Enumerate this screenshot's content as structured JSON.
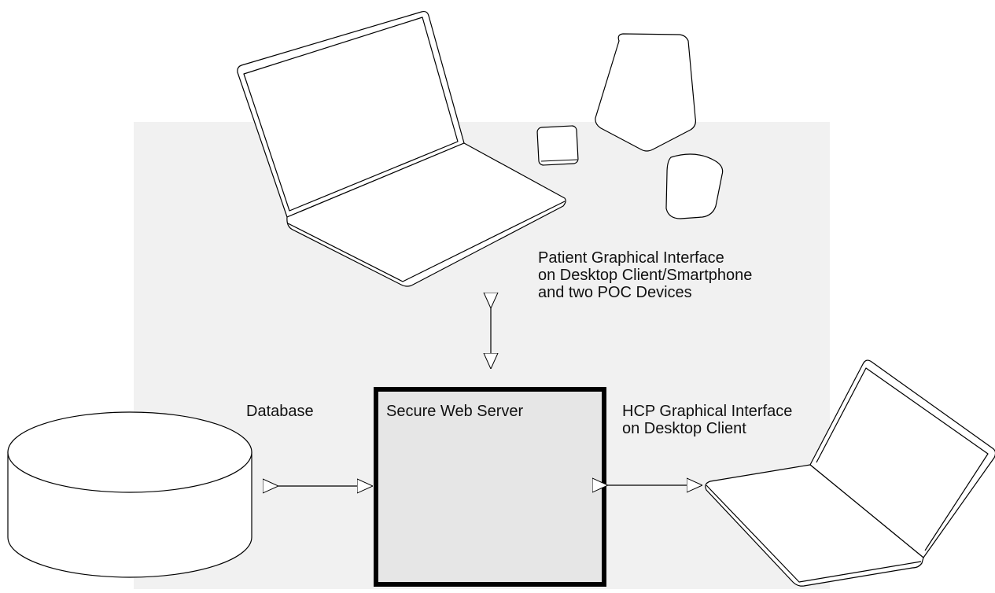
{
  "diagram": {
    "labels": {
      "patient_interface": [
        "Patient Graphical Interface",
        "on Desktop Client/Smartphone",
        "and two POC Devices"
      ],
      "database": "Database",
      "secure_web_server": "Secure Web Server",
      "hcp_interface": [
        "HCP Graphical Interface",
        "on Desktop Client"
      ]
    },
    "colors": {
      "background_panel": "#f1f1f1",
      "server_fill": "#e6e6e6",
      "stroke": "#000000"
    },
    "connections": [
      {
        "from": "patient-interface",
        "to": "secure-web-server",
        "style": "bidirectional-arrow"
      },
      {
        "from": "database",
        "to": "secure-web-server",
        "style": "bidirectional-arrow"
      },
      {
        "from": "secure-web-server",
        "to": "hcp-interface",
        "style": "bidirectional-arrow"
      }
    ]
  }
}
